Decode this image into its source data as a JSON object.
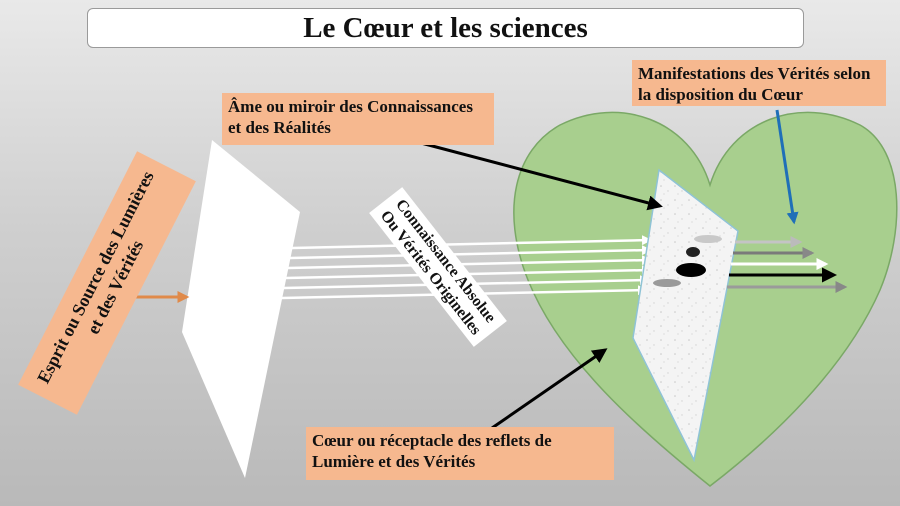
{
  "title": "Le Cœur et les sciences",
  "labels": {
    "ame": "Âme ou miroir des Connaissances et des Réalités",
    "manifestations": "Manifestations des Vérités selon la disposition du Cœur",
    "coeur": "Cœur ou réceptacle des reflets de Lumière et des  Vérités",
    "esprit": "Esprit ou Source des Lumières et des Vérités",
    "connaissance": "Connaissance Absolue Ou Vérités Originelles"
  },
  "colors": {
    "label_fill": "#f6b88f",
    "heart_fill": "#a8cf8e",
    "heart_stroke": "#7aa866",
    "orange_arrow": "#e08a4a",
    "blue_arrow": "#1f6fb8"
  }
}
